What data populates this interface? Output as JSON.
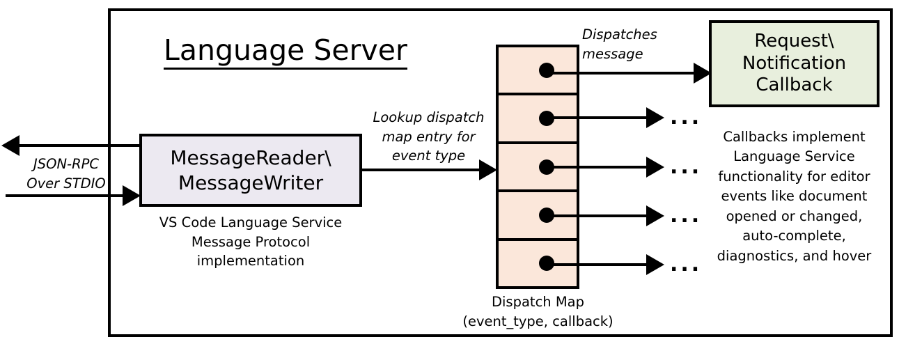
{
  "diagram": {
    "title": "Language Server",
    "frame_name": "language-server-boundary",
    "colors": {
      "reader_fill": "#ece9f1",
      "dispatch_fill": "#fbe7da",
      "callback_fill": "#e8efdd",
      "stroke": "#000000",
      "background": "#ffffff"
    }
  },
  "reader": {
    "line1": "MessageReader\\",
    "line2": "MessageWriter",
    "caption_line1": "VS Code Language Service",
    "caption_line2": "Message Protocol implementation"
  },
  "dispatch": {
    "caption_line1": "Dispatch Map",
    "caption_line2": "(event_type, callback)",
    "row_count": 5,
    "rows": [
      {
        "index": 1,
        "has_dot": true,
        "target": "Request\\Notification Callback"
      },
      {
        "index": 2,
        "has_dot": true,
        "target": "..."
      },
      {
        "index": 3,
        "has_dot": true,
        "target": "..."
      },
      {
        "index": 4,
        "has_dot": true,
        "target": "..."
      },
      {
        "index": 5,
        "has_dot": true,
        "target": "..."
      }
    ],
    "ellipsis": "..."
  },
  "callback": {
    "line1": "Request\\",
    "line2": "Notification",
    "line3": "Callback",
    "caption": "Callbacks implement Language Service functionality for editor events like document opened or changed, auto-complete, diagnostics, and hover",
    "caption_lines": [
      "Callbacks implement",
      "Language Service",
      "functionality for editor",
      "events like document",
      "opened or changed,",
      "auto-complete,",
      "diagnostics, and hover"
    ]
  },
  "edges": {
    "jsonrpc_line1": "JSON-RPC",
    "jsonrpc_line2": "Over STDIO",
    "lookup_line1": "Lookup dispatch",
    "lookup_line2": "map entry for",
    "lookup_line3": "event type",
    "dispatches_line1": "Dispatches",
    "dispatches_line2": "message"
  }
}
